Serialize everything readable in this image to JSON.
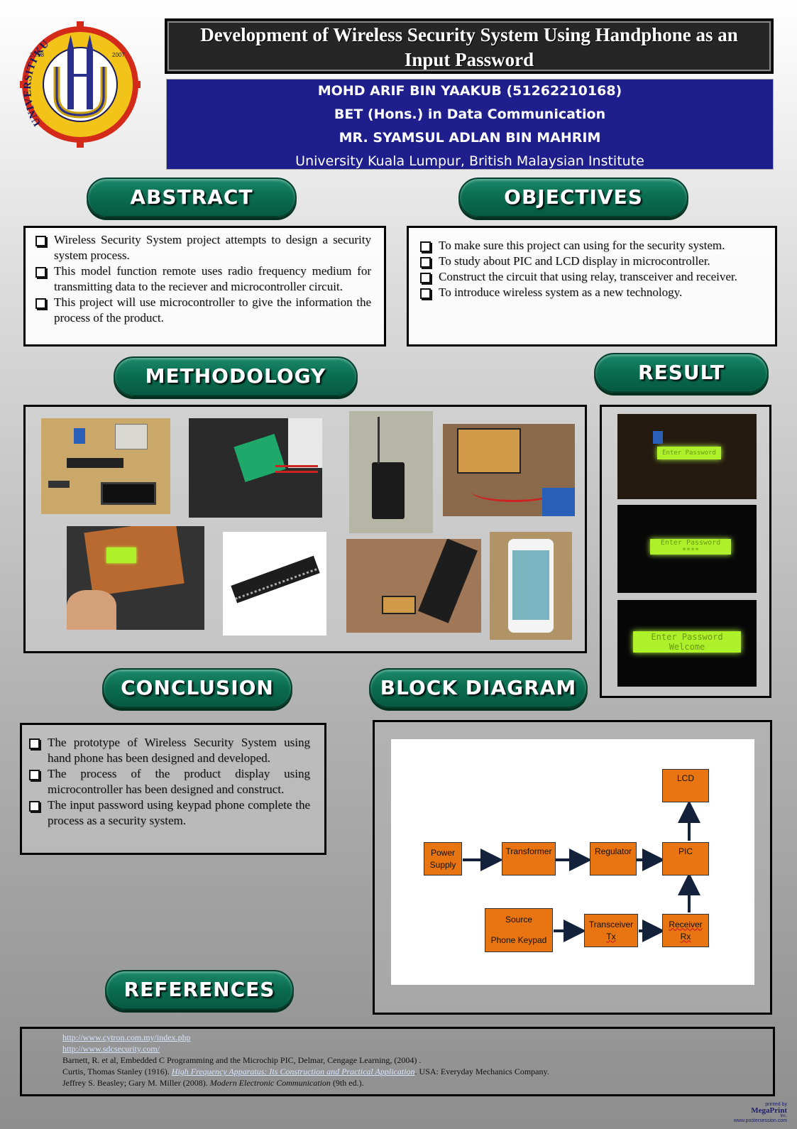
{
  "logo": {
    "text": "UNIVERSITI KUALA LUMPUR",
    "year_left": "20.08",
    "year_right": "2007"
  },
  "header": {
    "title_line1": "Development of Wireless Security System Using Handphone as an",
    "title_line2": "Input Password",
    "author": "MOHD ARIF BIN YAAKUB (51262210168)",
    "program": "BET (Hons.) in Data Communication",
    "supervisor": "MR. SYAMSUL ADLAN BIN MAHRIM",
    "institution": "University Kuala Lumpur, British Malaysian Institute"
  },
  "sections": {
    "abstract": {
      "heading": "ABSTRACT",
      "items": [
        "Wireless Security System project attempts to design a security system process.",
        "This model function remote uses radio frequency medium for transmitting data to the reciever and microcontroller circuit.",
        "This project will use microcontroller to give the information the process of the product."
      ]
    },
    "objectives": {
      "heading": "OBJECTIVES",
      "items": [
        "To make sure this project can using for the security system.",
        "To study about PIC and LCD display in microcontroller.",
        "Construct the circuit that using relay, transceiver and receiver.",
        "To introduce wireless system as a new technology."
      ]
    },
    "methodology": {
      "heading": "METHODOLOGY"
    },
    "result": {
      "heading": "RESULT",
      "lcd1": "Enter Password",
      "lcd2_line1": "Enter Password",
      "lcd2_line2": "****",
      "lcd3_line1": "Enter Password",
      "lcd3_line2": "Welcome"
    },
    "conclusion": {
      "heading": "CONCLUSION",
      "items": [
        "The prototype of Wireless Security System using hand phone has been designed and developed.",
        "The process of the product display using microcontroller has been designed and construct.",
        "The input password using keypad phone complete the process as a security system."
      ]
    },
    "block_diagram": {
      "heading": "BLOCK DIAGRAM",
      "blocks": {
        "power_l1": "Power",
        "power_l2": "Supply",
        "transformer": "Transformer",
        "regulator": "Regulator",
        "pic": "PIC",
        "lcd": "LCD",
        "source_l1": "Source",
        "source_l2": "Phone Keypad",
        "transceiver_l1": "Transceiver",
        "transceiver_l2": "Tx",
        "receiver_l1": "Receiver",
        "receiver_l2": "Rx"
      }
    },
    "references": {
      "heading": "REFERENCES",
      "link1": "http://www.cytron.com.my/index.php",
      "link2": "http://www.sdcsecurity.com/",
      "ref3": "Barnett, R. et al, Embedded C Programming and the Microchip PIC, Delmar, Cengage Learning, (2004) .",
      "ref4_a": "Curtis, Thomas Stanley (1916). ",
      "ref4_title": "High Frequency Apparatus: Its Construction and Practical Application",
      "ref4_b": ". USA: Everyday Mechanics Company.",
      "ref5_a": "Jeffrey S. Beasley; Gary M. Miller (2008). ",
      "ref5_title": "Modern Electronic Communication",
      "ref5_b": " (9th ed.)."
    }
  },
  "printer": {
    "top": "printed by",
    "brand": "MegaPrint",
    "sub": "Inc.",
    "url": "www.postersession.com"
  }
}
